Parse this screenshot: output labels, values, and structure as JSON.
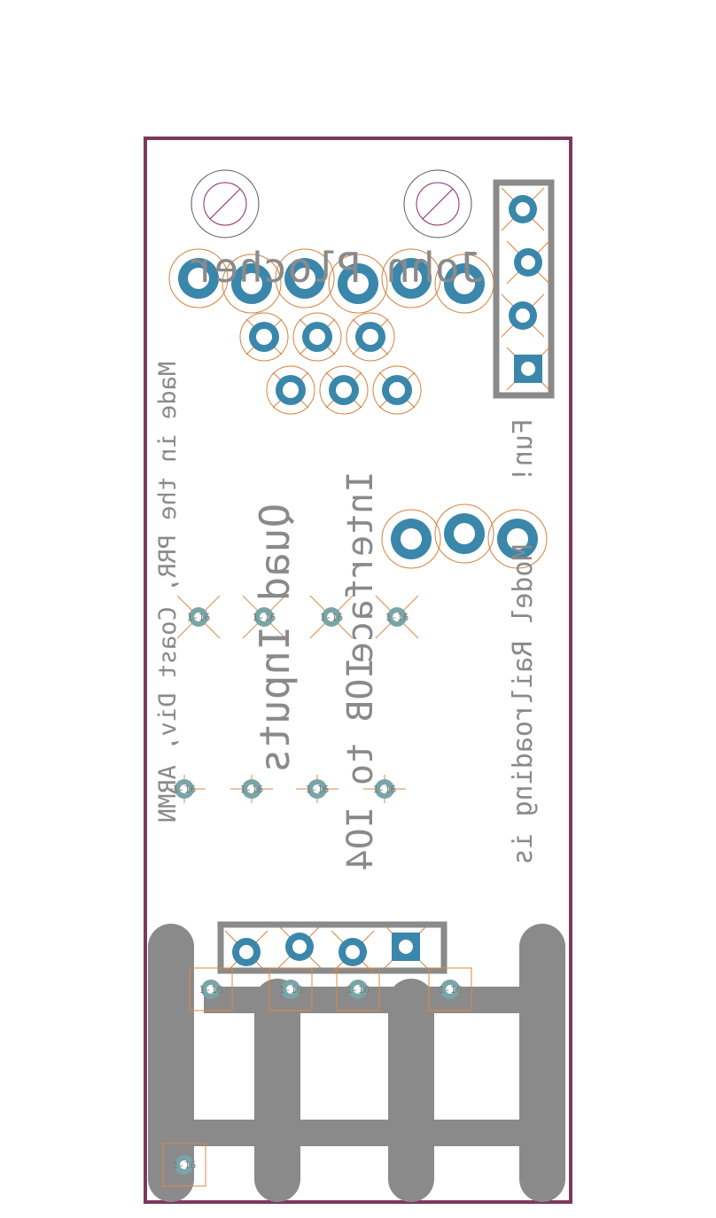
{
  "colors": {
    "outline": "#7a3a5c",
    "copper": "#8a8a8a",
    "pad": "#3a87ab",
    "pad_ring": "#d4823e",
    "via": "#79a5a7",
    "via_mark": "#d98a4a",
    "silk": "#8a8a8a",
    "mount_line": "#8c2a6c"
  },
  "texts": {
    "author": "John Plocher",
    "title_line1": "Interface",
    "title_line2": "IOB to IO4",
    "title_line3": "Quad Inputs",
    "model_line1": "Model Railroading is",
    "model_line2": "Fun!",
    "made_line1": "Made in the PRR, Coast Div, ARMN"
  },
  "via_label": "1-16"
}
